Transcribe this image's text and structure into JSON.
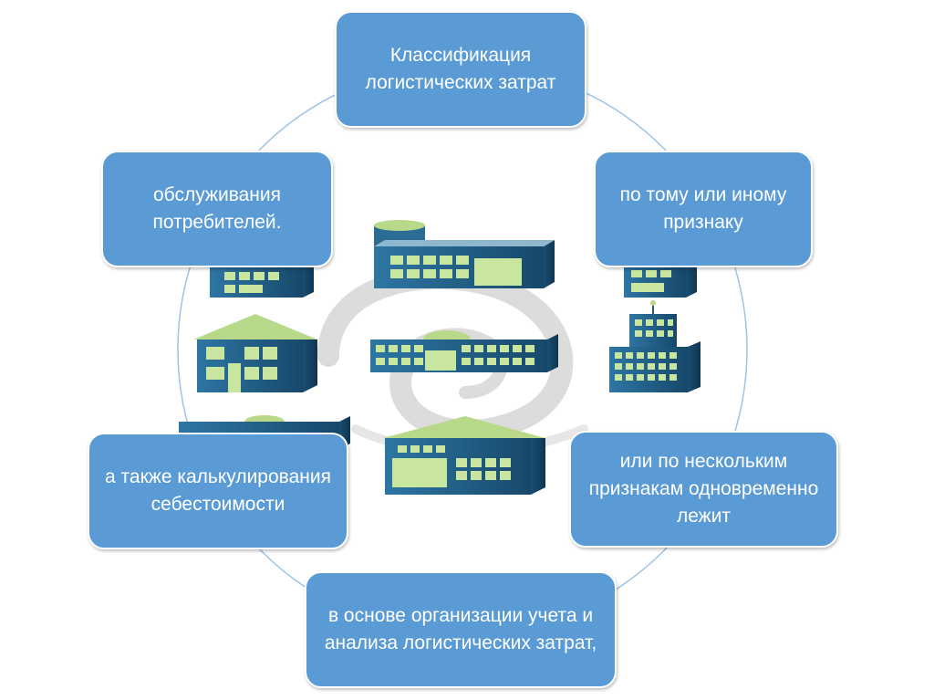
{
  "nodes": {
    "top": "Классификация логистических затрат",
    "right": "по тому или иному признаку",
    "bottom_right": "или по нескольким признакам одновременно лежит",
    "bottom": "в основе организации учета и анализа логистических затрат,",
    "bottom_left": "а также калькулирования себестоимости",
    "left": "обслуживания потребителей."
  },
  "colors": {
    "node_fill": "#5b9bd5",
    "ring": "#9dc3e6",
    "building_body": "#1f5f87",
    "building_roof": "#b8d98a",
    "building_window": "#c9e6a0",
    "swirl": "#d9d9d9"
  },
  "icons": [
    "building-icon",
    "house-icon",
    "tower-icon",
    "swirl-graphic"
  ]
}
